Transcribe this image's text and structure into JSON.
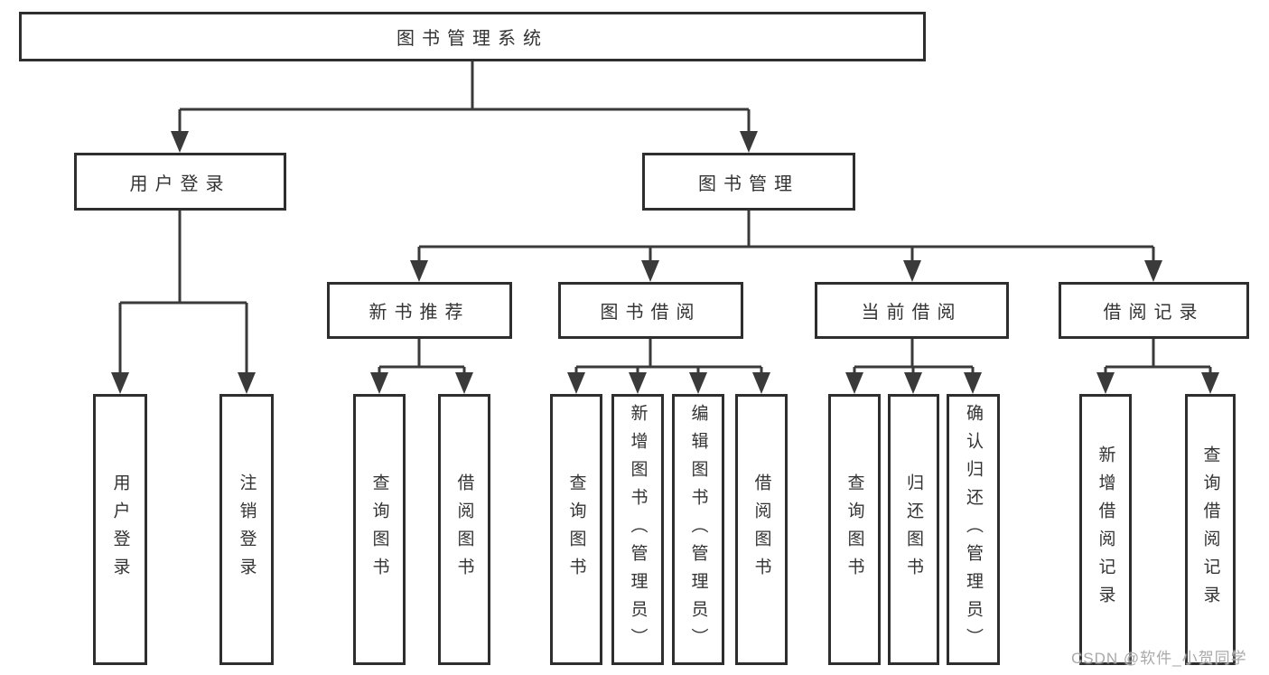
{
  "watermark": "CSDN @软件_小贺同学",
  "colors": {
    "box_border": "#2e2e2e",
    "connector_line": "#3a3a3a",
    "text": "#333333",
    "watermark_text": "#a9a9a9",
    "background": "#ffffff"
  },
  "tree": {
    "root": {
      "label": "图书管理系统",
      "children": [
        {
          "label": "用户登录",
          "children": [
            {
              "label": "用户登录"
            },
            {
              "label": "注销登录"
            }
          ]
        },
        {
          "label": "图书管理",
          "children": [
            {
              "label": "新书推荐",
              "children": [
                {
                  "label": "查询图书"
                },
                {
                  "label": "借阅图书"
                }
              ]
            },
            {
              "label": "图书借阅",
              "children": [
                {
                  "label": "查询图书"
                },
                {
                  "label": "新增图书（管理员）"
                },
                {
                  "label": "编辑图书（管理员）"
                },
                {
                  "label": "借阅图书"
                }
              ]
            },
            {
              "label": "当前借阅",
              "children": [
                {
                  "label": "查询图书"
                },
                {
                  "label": "归还图书"
                },
                {
                  "label": "确认归还（管理员）"
                }
              ]
            },
            {
              "label": "借阅记录",
              "children": [
                {
                  "label": "新增借阅记录"
                },
                {
                  "label": "查询借阅记录"
                }
              ]
            }
          ]
        }
      ]
    }
  }
}
